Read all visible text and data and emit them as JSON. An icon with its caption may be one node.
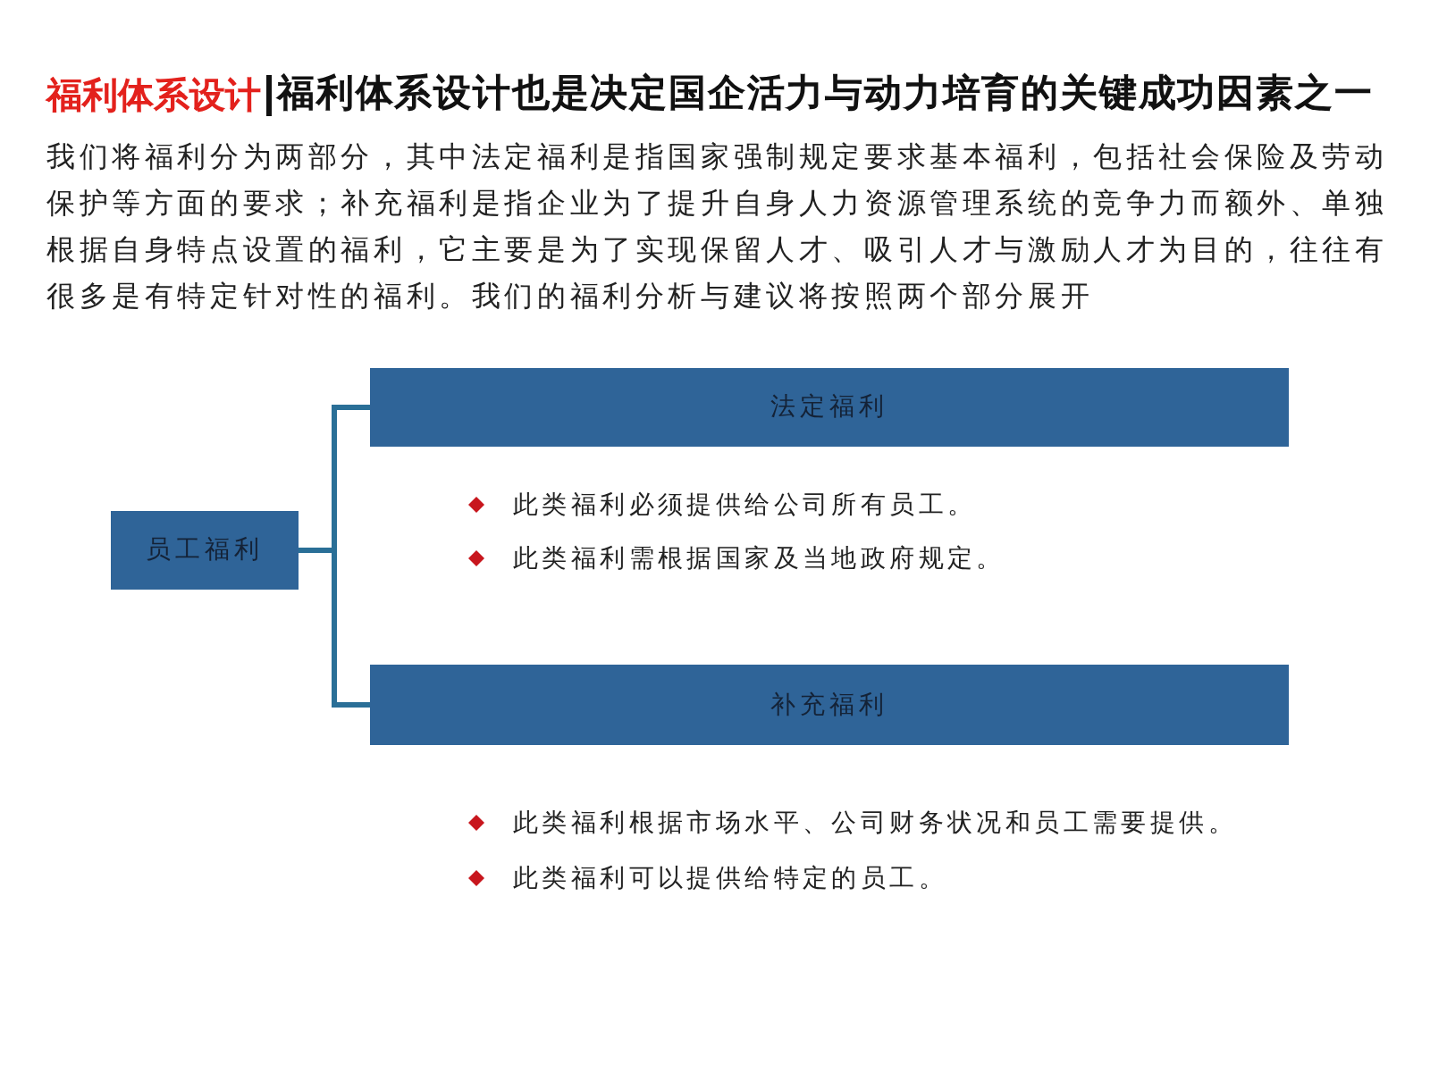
{
  "diagram": {
    "title": "福利体系设计",
    "nodes": [
      {
        "text": [
          "员工福利"
        ]
      },
      {
        "text": [
          "法定福利"
        ],
        "beside": [
          "此类福利必须提供给公司所有员工。",
          "此类福利需根据国家及当地政府规定。"
        ]
      },
      {
        "text": [
          "补充福利"
        ],
        "beside": [
          "此类福利根据市场水平、公司财务状况和员工需要提供。",
          "此类福利可以提供给特定的员工。"
        ]
      }
    ],
    "edges": [
      {
        "from": 0,
        "to": 1,
        "arrow": "none"
      },
      {
        "from": 0,
        "to": 2,
        "arrow": "none"
      }
    ],
    "labels": [
      "福利体系设计也是决定国企活力与动力培育的关键成功因素之一",
      "我们将福利分为两部分，其中法定福利是指国家强制规定要求基本福利，包括社会保险及劳动保护等方面的要求；补充福利是指企业为了提升自身人力资源管理系统的竞争力而额外、单独根据自身特点设置的福利，它主要是为了实现保留人才、吸引人才与激励人才为目的，往往有很多是有特定针对性的福利。我们的福利分析与建议将按照两个部分展开"
    ]
  }
}
